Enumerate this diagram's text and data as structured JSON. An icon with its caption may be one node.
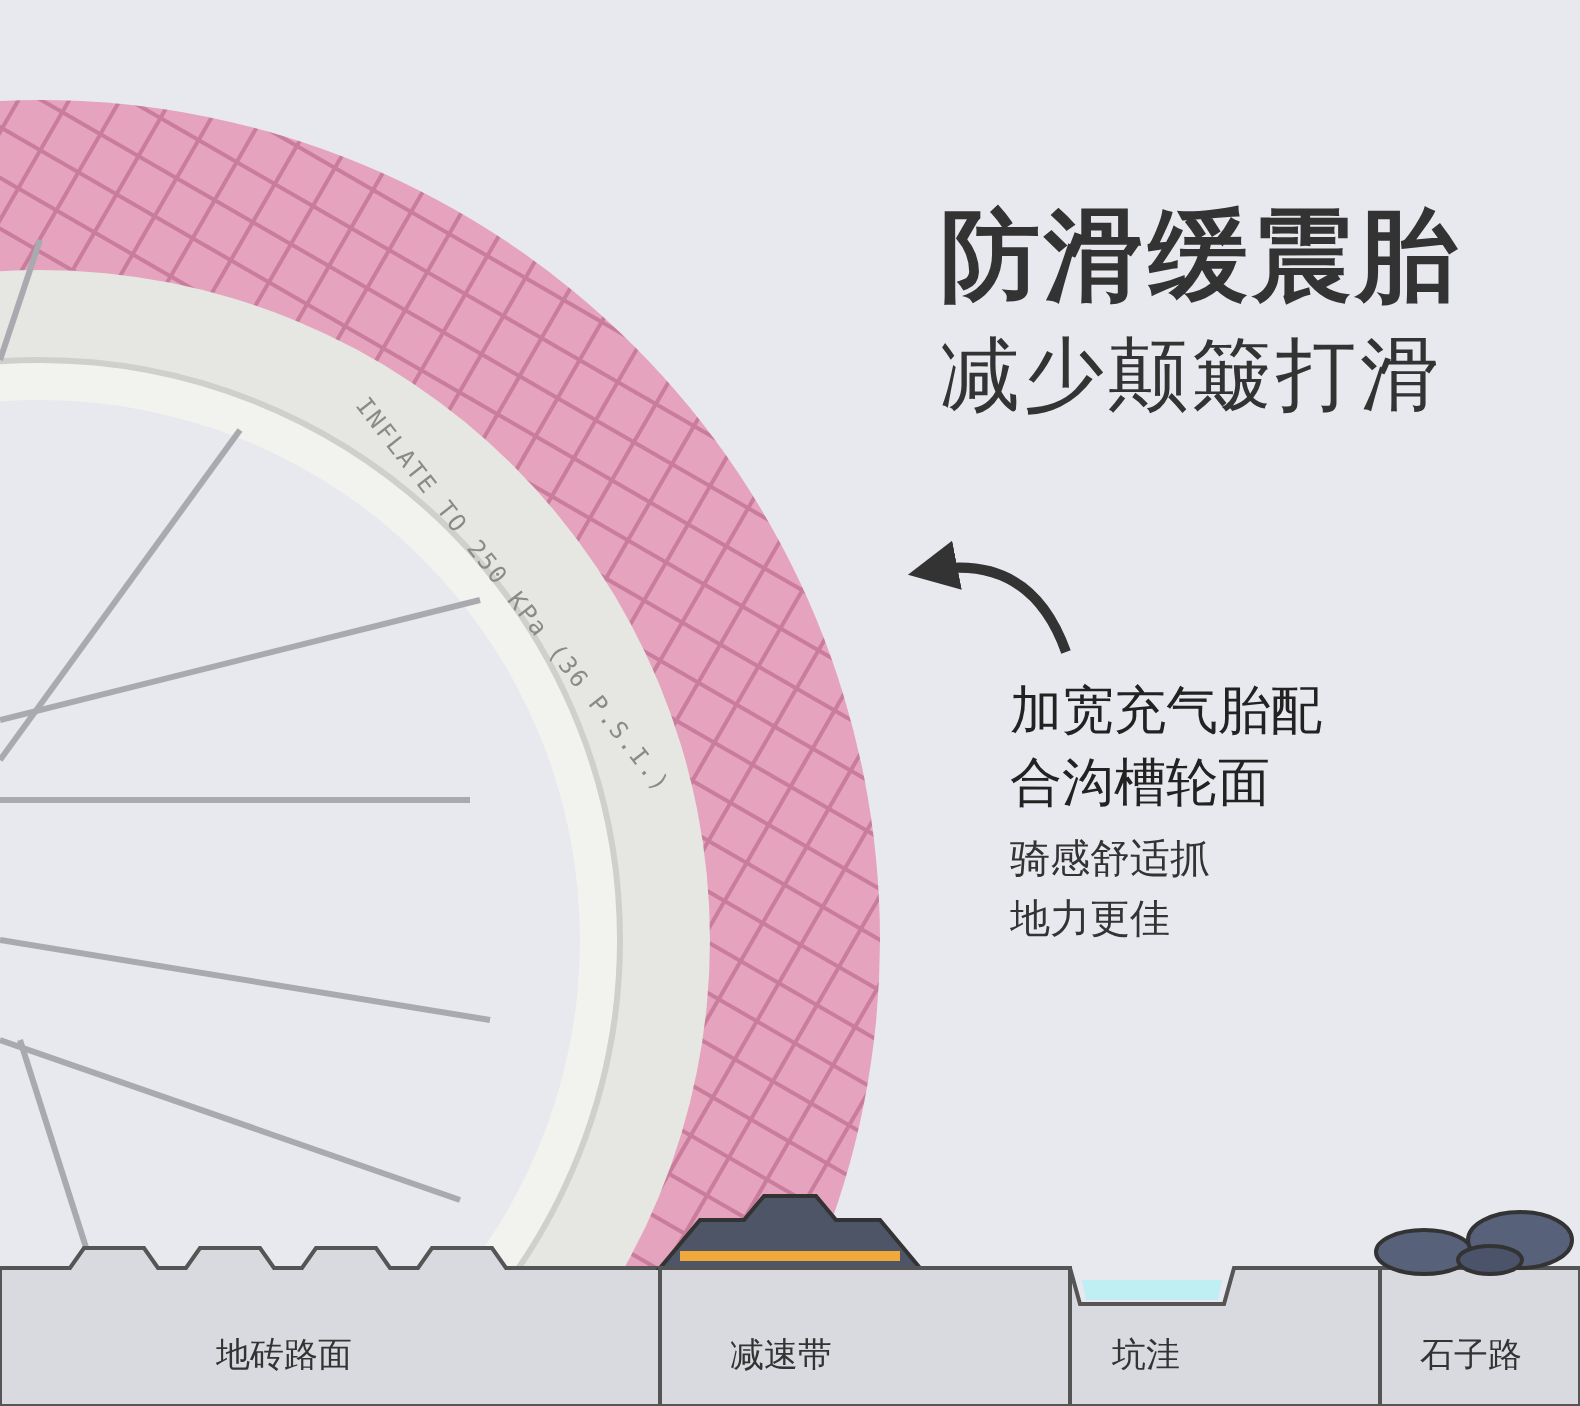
{
  "diagram": {
    "title": "防滑缓震胎",
    "nodes": [
      {
        "text": [
          "加宽充气胎配合沟槽轮面",
          "骑感舒适抓地力更佳"
        ]
      },
      {
        "text": [],
        "shape": "picture"
      }
    ],
    "edges": [
      {
        "from": 0,
        "to": 1,
        "arrow": "to"
      }
    ],
    "labels": [
      "减少颠簸打滑",
      "INFLATE TO 250 KPa (36 P.S.I.)",
      "地砖路面",
      "减速带",
      "坑洼",
      "石子路"
    ]
  }
}
